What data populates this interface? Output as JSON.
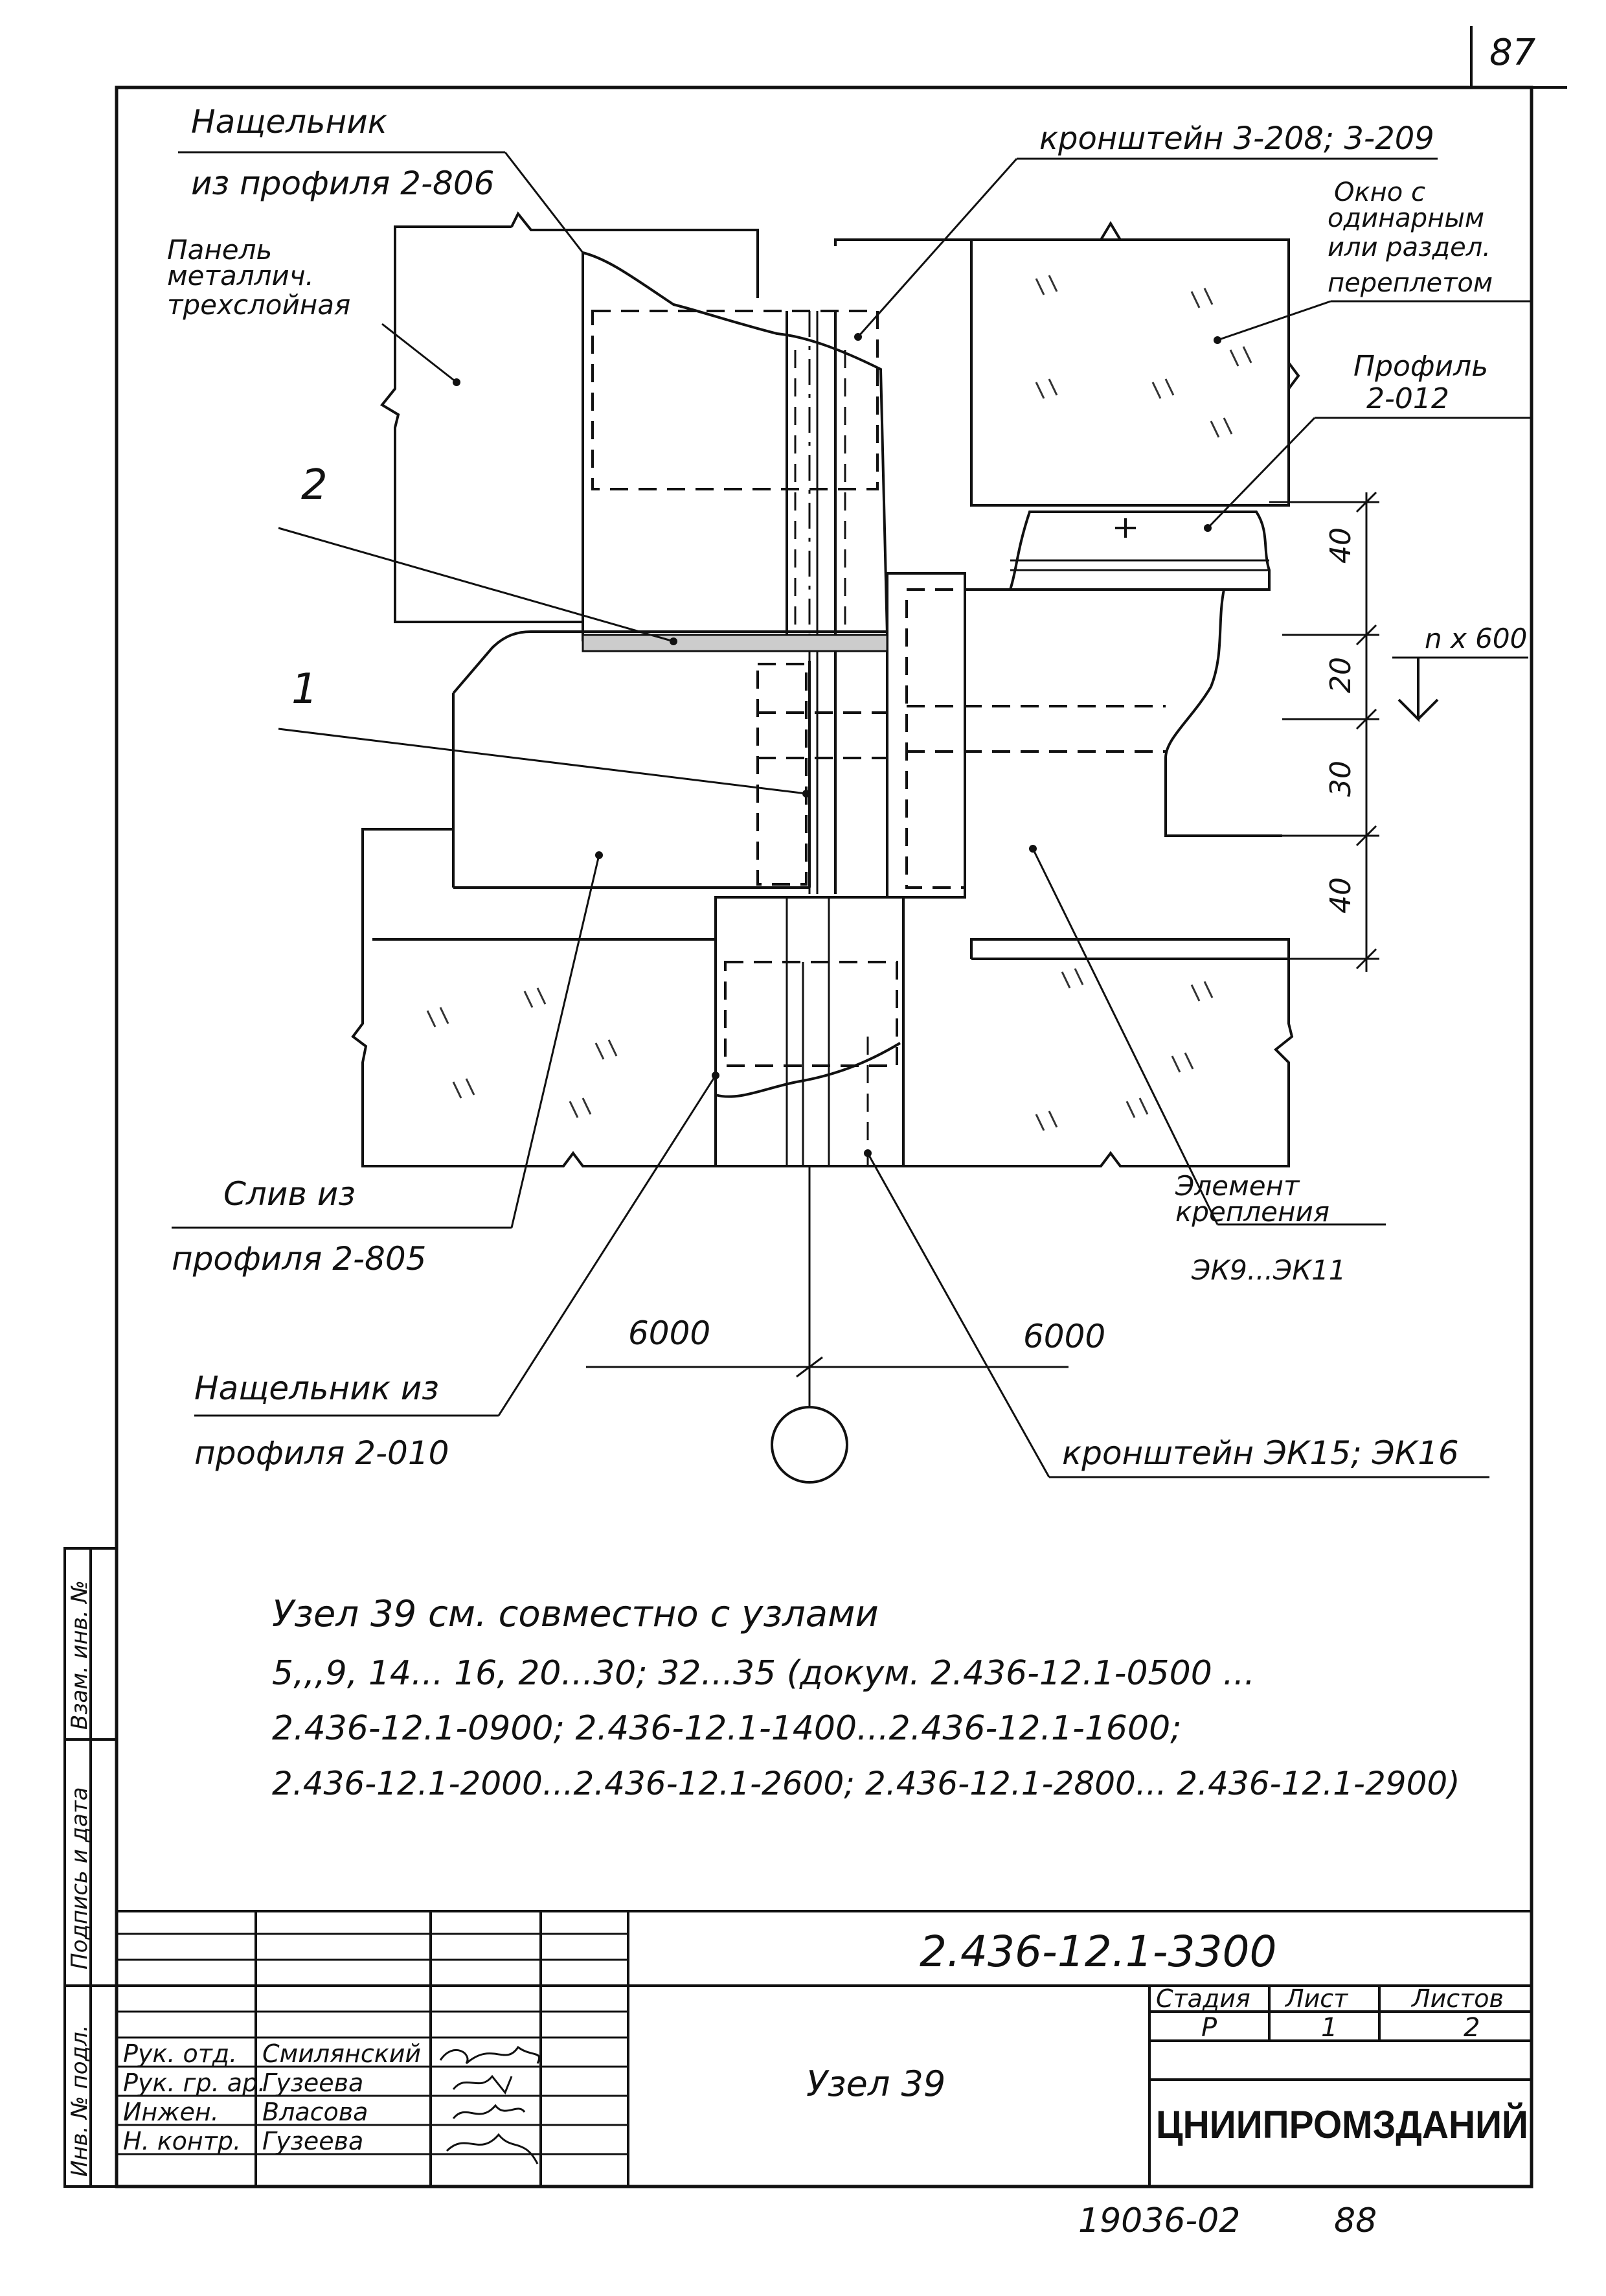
{
  "page_number": "87",
  "labels": {
    "nashchelnik_top_l1": "Нащельник",
    "nashchelnik_top_l2": "из профиля 2-806",
    "kronshtein_top": "кронштейн 3-208; 3-209",
    "panel_l1": "Панель",
    "panel_l2": "металлич.",
    "panel_l3": "трехслойная",
    "window_l1": "Окно с",
    "window_l2": "одинарным",
    "window_l3": "или раздел.",
    "window_l4": "переплетом",
    "profile_l1": "Профиль",
    "profile_l2": "2-012",
    "mark_2": "2",
    "mark_1": "1",
    "sliv_l1": "Слив из",
    "sliv_l2": "профиля 2-805",
    "element_l1": "Элемент",
    "element_l2": "крепления",
    "element_l3": "ЭК9...ЭК11",
    "nashchelnik_bot_l1": "Нащельник из",
    "nashchelnik_bot_l2": "профиля 2-010",
    "kronshtein_bot": "кронштейн ЭК15; ЭК16",
    "span_left": "6000",
    "span_right": "6000",
    "dim_40a": "40",
    "dim_20": "20",
    "dim_30": "30",
    "dim_40b": "40",
    "dim_nx600": "n x 600"
  },
  "note": {
    "line1": "Узел 39 см. совместно с узлами",
    "line2": "5,,,9, 14... 16, 20...30; 32...35 (докум. 2.436-12.1-0500 ...",
    "line3": "2.436-12.1-0900; 2.436-12.1-1400...2.436-12.1-1600;",
    "line4": "2.436-12.1-2000...2.436-12.1-2600; 2.436-12.1-2800... 2.436-12.1-2900)"
  },
  "side_stamp": {
    "vzam": "Взам. инв. №",
    "podpis": "Подпись и дата",
    "inv": "Инв. № подл."
  },
  "title_block": {
    "doc_code": "2.436-12.1-3300",
    "title": "Узел 39",
    "stage_header": "Стадия",
    "sheet_header": "Лист",
    "sheets_header": "Листов",
    "stage": "Р",
    "sheet": "1",
    "sheets": "2",
    "org": "ЦНИИПРОМЗДАНИЙ",
    "roles": [
      {
        "role": "Рук. отд.",
        "name": "Смилянский"
      },
      {
        "role": "Рук. гр. ар.",
        "name": "Гузеева"
      },
      {
        "role": "Инжен.",
        "name": "Власова"
      },
      {
        "role": "Н. контр.",
        "name": "Гузеева"
      }
    ]
  },
  "footer": {
    "order": "19036-02",
    "page": "88"
  }
}
